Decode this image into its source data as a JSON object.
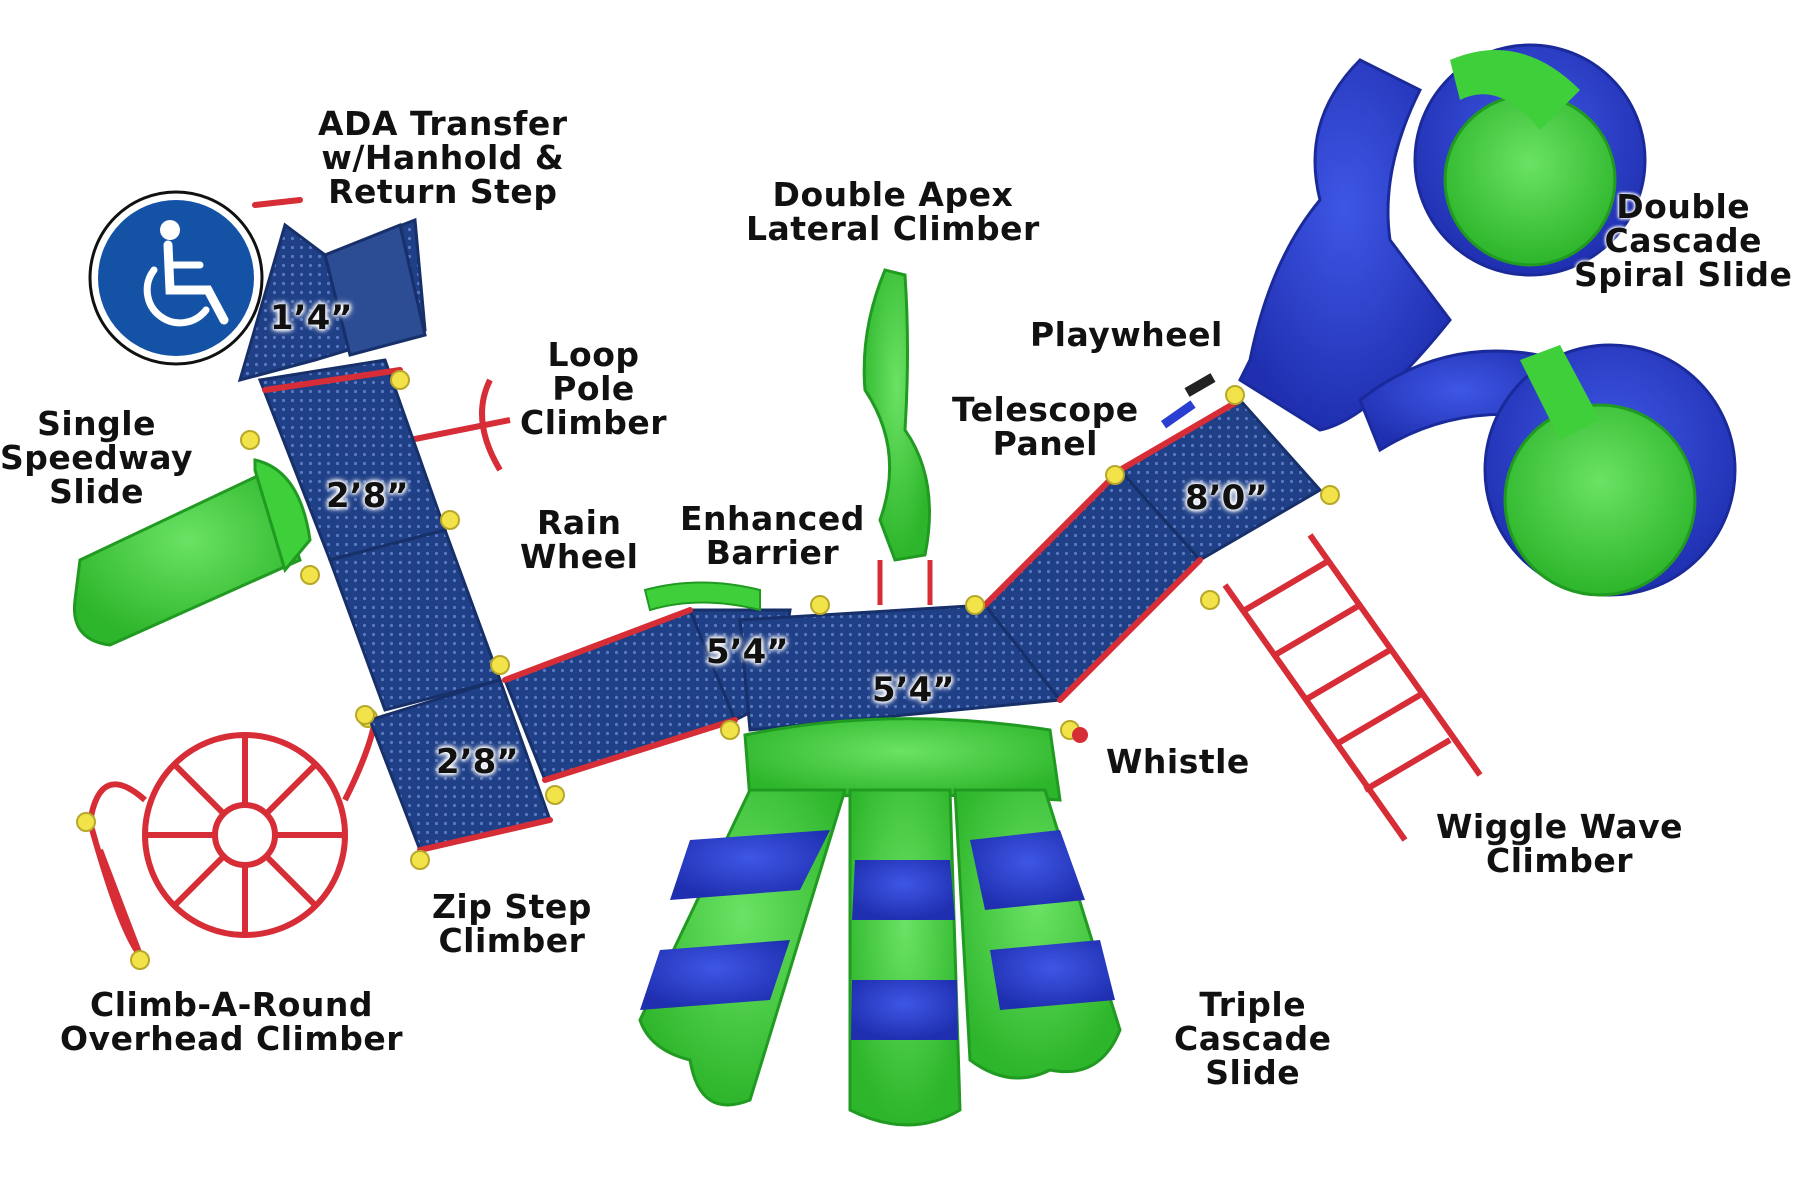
{
  "colors": {
    "deck": "#1f3f86",
    "rail": "#d62d37",
    "green": "#3fcf3a",
    "blue": "#2a3fd1",
    "post": "#f2e34a",
    "badge": "#1452a6"
  },
  "icons": {
    "accessibility": "wheelchair-icon"
  },
  "labels": {
    "ada_transfer": [
      "ADA Transfer",
      "w/Hanhold &",
      "Return Step"
    ],
    "double_apex": [
      "Double Apex",
      "Lateral Climber"
    ],
    "double_cascade": [
      "Double",
      "Cascade",
      "Spiral Slide"
    ],
    "playwheel": [
      "Playwheel"
    ],
    "telescope": [
      "Telescope",
      "Panel"
    ],
    "loop_pole": [
      "Loop",
      "Pole",
      "Climber"
    ],
    "single_speedway": [
      "Single",
      "Speedway",
      "Slide"
    ],
    "rain_wheel": [
      "Rain",
      "Wheel"
    ],
    "enhanced_barrier": [
      "Enhanced",
      "Barrier"
    ],
    "whistle": [
      "Whistle"
    ],
    "wiggle_wave": [
      "Wiggle Wave",
      "Climber"
    ],
    "zip_step": [
      "Zip Step",
      "Climber"
    ],
    "climb_a_round": [
      "Climb-A-Round",
      "Overhead Climber"
    ],
    "triple_cascade": [
      "Triple",
      "Cascade",
      "Slide"
    ]
  },
  "dimensions": {
    "top_deck": "1’4”",
    "upper_left": "2’8”",
    "lower_left": "2’8”",
    "center_small": "5’4”",
    "center_main": "5’4”",
    "right_deck": "8’0”"
  }
}
